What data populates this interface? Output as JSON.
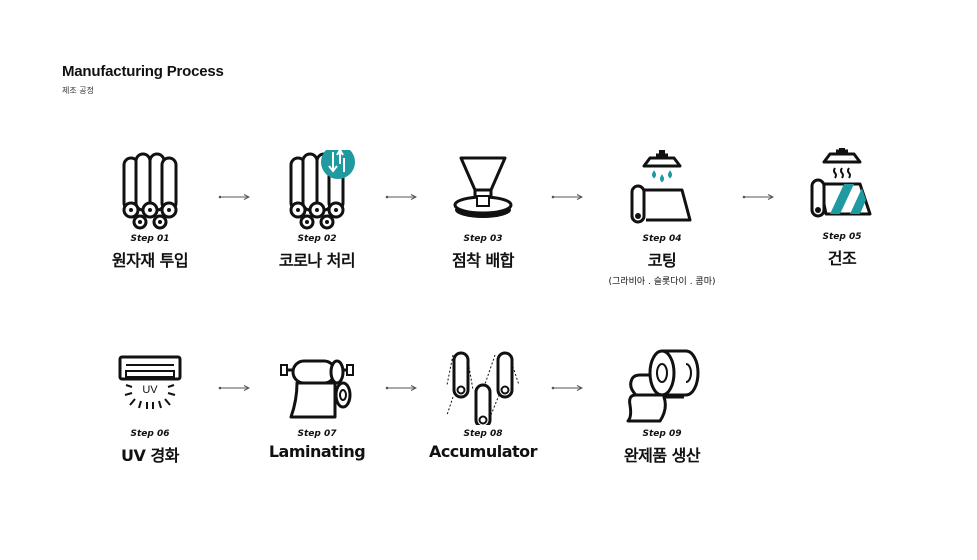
{
  "header": {
    "title": "Manufacturing Process",
    "subtitle": "제조 공정"
  },
  "steps": [
    {
      "label": "Step 01",
      "name": "원자재 투입",
      "icon": "rolls-icon"
    },
    {
      "label": "Step 02",
      "name": "코로나 처리",
      "icon": "corona-rolls-icon"
    },
    {
      "label": "Step 03",
      "name": "점착 배합",
      "icon": "funnel-icon"
    },
    {
      "label": "Step 04",
      "name": "코팅",
      "note": "(그라비아 . 슬롯다이 . 콤마)",
      "icon": "coating-icon"
    },
    {
      "label": "Step 05",
      "name": "건조",
      "icon": "drying-icon"
    },
    {
      "label": "Step 06",
      "name": "UV 경화",
      "icon": "uv-lamp-icon",
      "icon_text": "UV"
    },
    {
      "label": "Step 07",
      "name": "Laminating",
      "icon": "laminating-icon"
    },
    {
      "label": "Step 08",
      "name": "Accumulator",
      "icon": "accumulator-icon"
    },
    {
      "label": "Step 09",
      "name": "완제품 생산",
      "icon": "finished-roll-icon"
    }
  ],
  "colors": {
    "accent": "#1e9aa0",
    "ink": "#111111",
    "arrow": "#555555"
  }
}
